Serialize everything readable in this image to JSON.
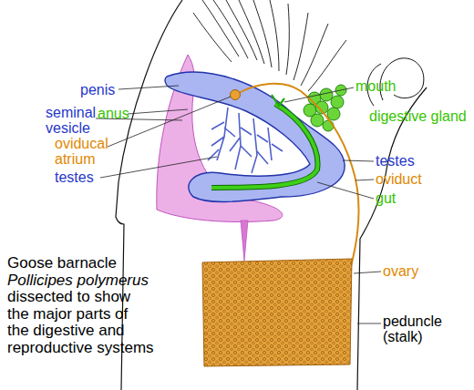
{
  "diagram": {
    "caption": "Goose barnacle Pollicipes polymerus dissected to show the major parts of the digestive and reproductive systems",
    "labels": [
      "penis",
      "mouth",
      "seminal vesicle",
      "anus",
      "digestive gland",
      "oviducal atrium",
      "testes",
      "testes",
      "oviduct",
      "gut",
      "ovary",
      "peduncle (stalk)"
    ]
  }
}
